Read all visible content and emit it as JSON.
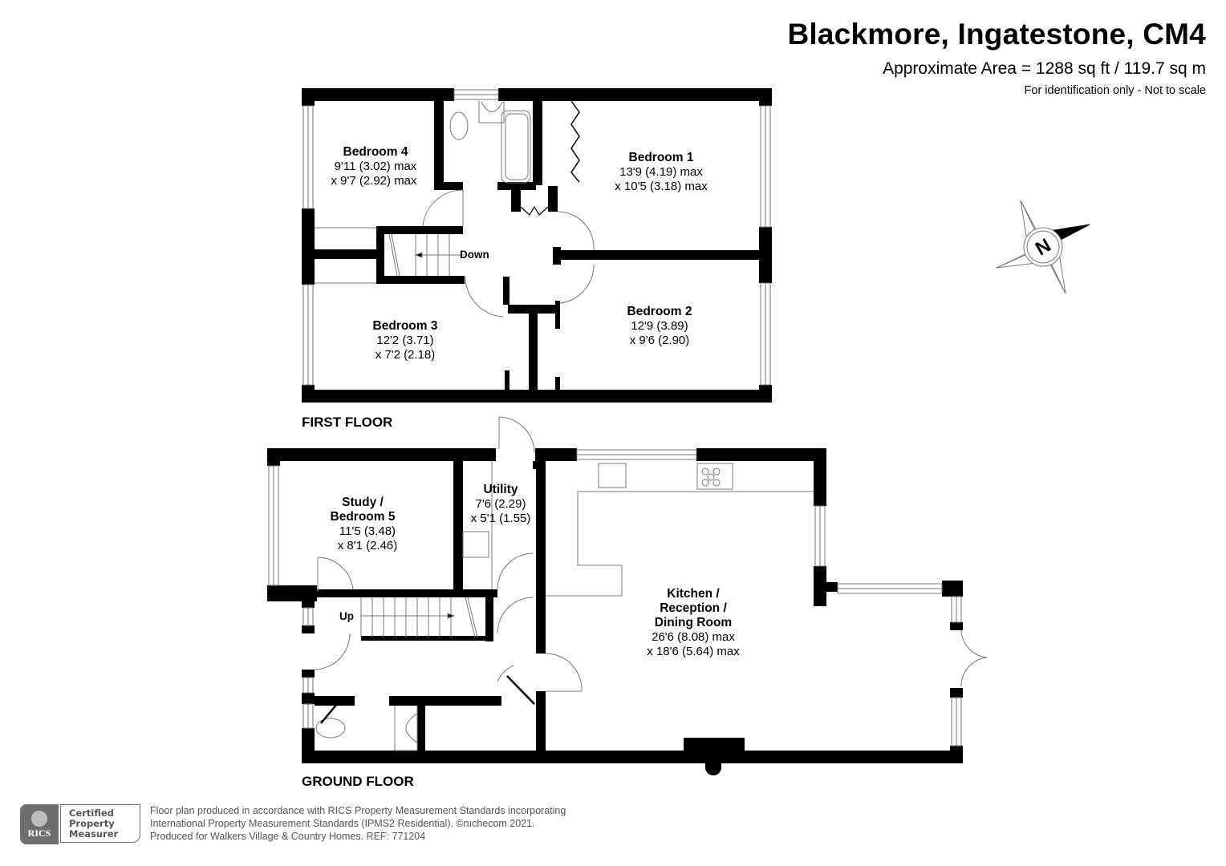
{
  "header": {
    "title": "Blackmore, Ingatestone, CM4",
    "area": "Approximate Area = 1288 sq ft / 119.7 sq m",
    "note": "For identification only - Not to scale"
  },
  "compass": {
    "icon": "north-arrow-compass",
    "letter": "N"
  },
  "first_floor": {
    "label": "FIRST FLOOR",
    "stairs_label": "Down",
    "rooms": [
      {
        "name": "Bedroom 4",
        "dims": [
          "9'11 (3.02) max",
          "x 9'7 (2.92) max"
        ]
      },
      {
        "name": "Bedroom 1",
        "dims": [
          "13'9 (4.19) max",
          "x 10'5 (3.18) max"
        ]
      },
      {
        "name": "Bedroom 2",
        "dims": [
          "12'9 (3.89)",
          "x 9'6 (2.90)"
        ]
      },
      {
        "name": "Bedroom 3",
        "dims": [
          "12'2 (3.71)",
          "x 7'2 (2.18)"
        ]
      }
    ]
  },
  "ground_floor": {
    "label": "GROUND FLOOR",
    "stairs_label": "Up",
    "rooms": [
      {
        "name_lines": [
          "Study /",
          "Bedroom 5"
        ],
        "dims": [
          "11'5 (3.48)",
          "x 8'1 (2.46)"
        ]
      },
      {
        "name_lines": [
          "Utility"
        ],
        "dims": [
          "7'6 (2.29)",
          "x 5'1 (1.55)"
        ]
      },
      {
        "name_lines": [
          "Kitchen /",
          "Reception /",
          "Dining Room"
        ],
        "dims": [
          "26'6 (8.08) max",
          "x 18'6 (5.64) max"
        ]
      }
    ]
  },
  "footer": {
    "badge": {
      "org": "RICS",
      "lines": [
        "Certified",
        "Property",
        "Measurer"
      ]
    },
    "text_lines": [
      "Floor plan produced in accordance with RICS Property Measurement Standards incorporating",
      "International Property Measurement Standards (IPMS2 Residential).   ©nıchecom 2021.",
      "Produced for Walkers Village & Country Homes.   REF:  771204"
    ]
  }
}
